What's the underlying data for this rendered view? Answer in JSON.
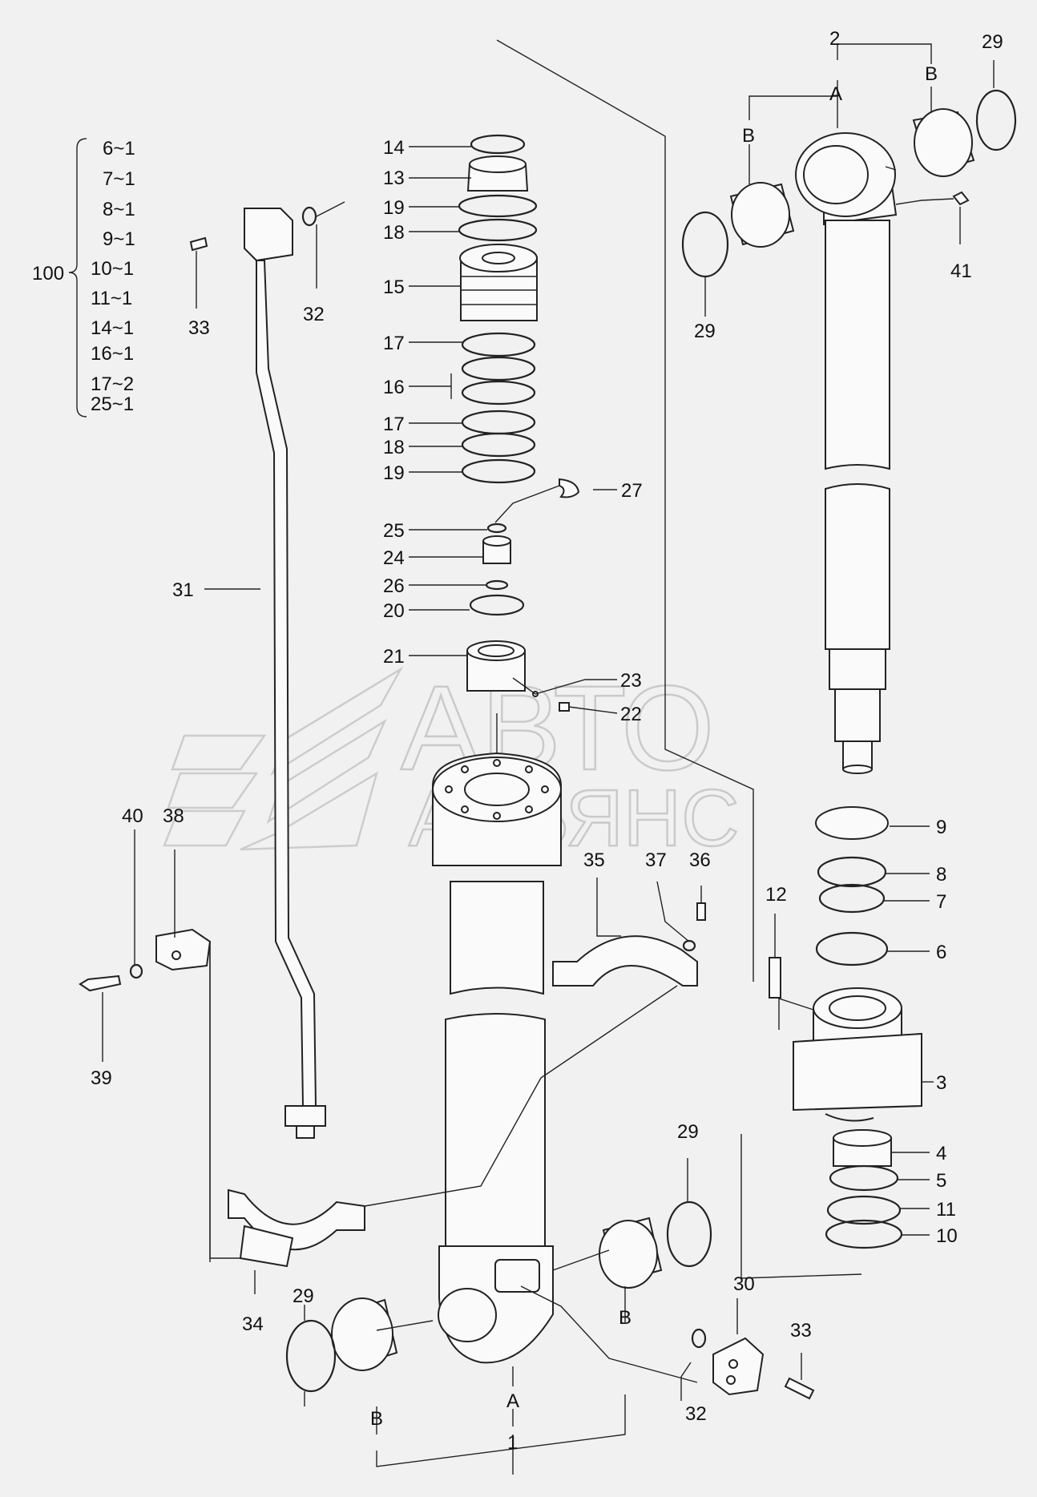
{
  "diagram": {
    "watermark": {
      "line1": "АВТО",
      "line2": "АЛЬЯНС"
    },
    "kit": {
      "number": "100",
      "items": [
        "6~1",
        "7~1",
        "8~1",
        "9~1",
        "10~1",
        "11~1",
        "14~1",
        "16~1",
        "17~2",
        "25~1"
      ]
    },
    "callouts": {
      "c1": "1",
      "c2": "2",
      "c3": "3",
      "c4": "4",
      "c5": "5",
      "c6": "6",
      "c7": "7",
      "c8": "8",
      "c9": "9",
      "c10": "10",
      "c11": "11",
      "c12": "12",
      "c13": "13",
      "c14": "14",
      "c15": "15",
      "c16": "16",
      "c17a": "17",
      "c17b": "17",
      "c18a": "18",
      "c18b": "18",
      "c19a": "19",
      "c19b": "19",
      "c20": "20",
      "c21": "21",
      "c22": "22",
      "c23": "23",
      "c24": "24",
      "c25": "25",
      "c26": "26",
      "c27": "27",
      "c29a": "29",
      "c29b": "29",
      "c29c": "29",
      "c29d": "29",
      "c30": "30",
      "c31": "31",
      "c32a": "32",
      "c32b": "32",
      "c33a": "33",
      "c33b": "33",
      "c34": "34",
      "c35": "35",
      "c36": "36",
      "c37": "37",
      "c38": "38",
      "c39": "39",
      "c40": "40",
      "c41": "41"
    },
    "letters": {
      "a_top": "A",
      "a_bottom": "A",
      "b_top_left": "B",
      "b_top_right": "B",
      "b_bottom_left": "B",
      "b_bottom_right": "B"
    }
  }
}
